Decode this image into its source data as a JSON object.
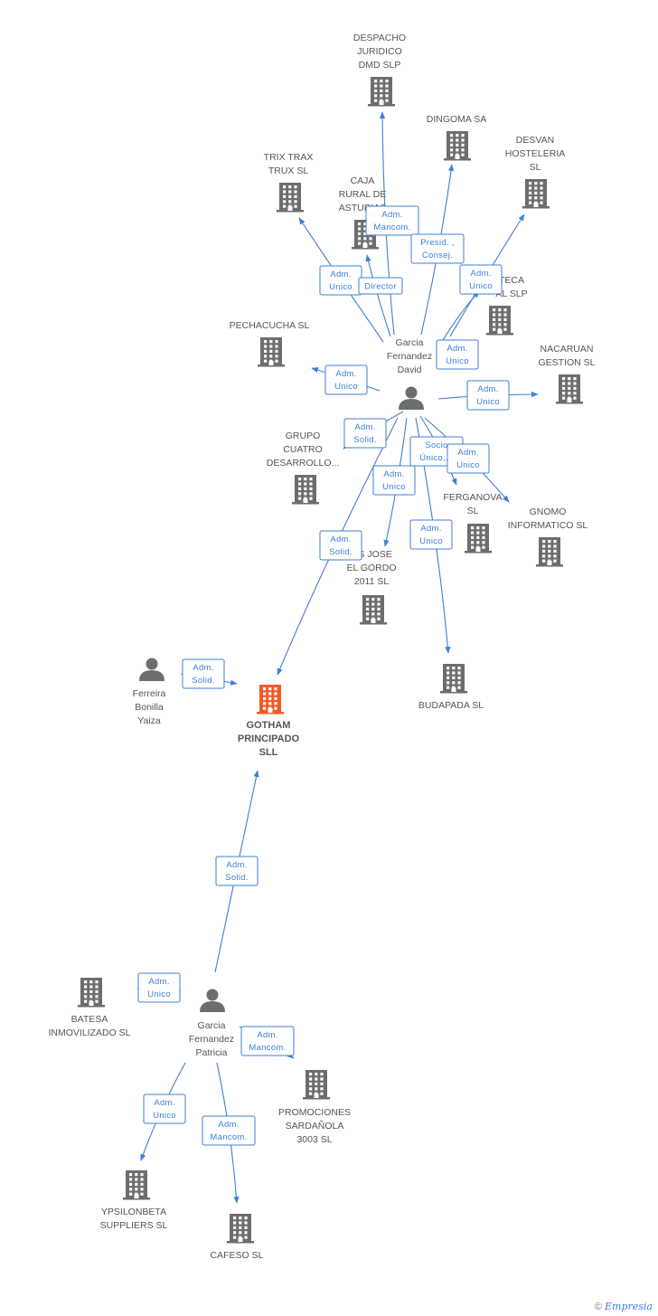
{
  "colors": {
    "edge": "#3f7fd4",
    "building": "#6d6d6d",
    "main_building": "#f05a28",
    "person": "#6d6d6d",
    "text": "#555555"
  },
  "nodes": [
    {
      "id": "despacho",
      "kind": "company",
      "lines": [
        "DESPACHO",
        "JURIDICO",
        "DMD SLP"
      ]
    },
    {
      "id": "dingoma",
      "kind": "company",
      "lines": [
        "DINGOMA SA"
      ]
    },
    {
      "id": "desvan",
      "kind": "company",
      "lines": [
        "DESVAN",
        "HOSTELERIA",
        "SL"
      ]
    },
    {
      "id": "trix",
      "kind": "company",
      "lines": [
        "TRIX TRAX",
        "TRUX  SL"
      ]
    },
    {
      "id": "caja",
      "kind": "company",
      "lines": [
        "CAJA",
        "RURAL DE",
        "ASTURIAS"
      ]
    },
    {
      "id": "teca",
      "kind": "company",
      "lines": [
        "TECA",
        "AL SLP"
      ]
    },
    {
      "id": "pechacucha",
      "kind": "company",
      "lines": [
        "PECHACUCHA SL"
      ]
    },
    {
      "id": "nacaruan",
      "kind": "company",
      "lines": [
        "NACARUAN",
        "GESTION SL"
      ]
    },
    {
      "id": "grupo",
      "kind": "company",
      "lines": [
        "GRUPO",
        "CUATRO",
        "DESARROLLO..."
      ]
    },
    {
      "id": "ferganova",
      "kind": "company",
      "lines": [
        "FERGANOVA",
        "SL"
      ]
    },
    {
      "id": "gnomo",
      "kind": "company",
      "lines": [
        "GNOMO",
        "INFORMATICO SL"
      ]
    },
    {
      "id": "josegordo",
      "kind": "company",
      "lines": [
        "OS JOSE",
        "EL GORDO",
        "2011 SL"
      ]
    },
    {
      "id": "budapada",
      "kind": "company",
      "lines": [
        "BUDAPADA SL"
      ]
    },
    {
      "id": "gotham",
      "kind": "main",
      "lines": [
        "GOTHAM",
        "PRINCIPADO",
        "SLL"
      ]
    },
    {
      "id": "batesa",
      "kind": "company",
      "lines": [
        "BATESA",
        "INMOVILIZADO SL"
      ]
    },
    {
      "id": "promociones",
      "kind": "company",
      "lines": [
        "PROMOCIONES",
        "SARDAÑOLA",
        "3003 SL"
      ]
    },
    {
      "id": "ypsilon",
      "kind": "company",
      "lines": [
        "YPSILONBETA",
        "SUPPLIERS SL"
      ]
    },
    {
      "id": "cafeso",
      "kind": "company",
      "lines": [
        "CAFESO SL"
      ]
    },
    {
      "id": "garcia_david",
      "kind": "person",
      "lines": [
        "Garcia",
        "Fernandez",
        "David"
      ]
    },
    {
      "id": "ferreira",
      "kind": "person",
      "lines": [
        "Ferreira",
        "Bonilla",
        "Yaiza"
      ]
    },
    {
      "id": "garcia_patricia",
      "kind": "person",
      "lines": [
        "Garcia",
        "Fernandez",
        "Patricia"
      ]
    }
  ],
  "edges": [
    {
      "from": "garcia_david",
      "to": "despacho",
      "role": [
        "Adm.",
        "Mancom."
      ]
    },
    {
      "from": "garcia_david",
      "to": "dingoma",
      "role": [
        "Presid. ,",
        "Consej."
      ]
    },
    {
      "from": "garcia_david",
      "to": "desvan",
      "role": [
        "Adm.",
        "Unico"
      ]
    },
    {
      "from": "garcia_david",
      "to": "trix",
      "role": [
        "Adm.",
        "Unico"
      ]
    },
    {
      "from": "garcia_david",
      "to": "caja",
      "role": [
        "Director"
      ]
    },
    {
      "from": "garcia_david",
      "to": "teca",
      "role": [
        "Adm.",
        "Unico"
      ]
    },
    {
      "from": "garcia_david",
      "to": "pechacucha",
      "role": [
        "Adm.",
        "Unico"
      ]
    },
    {
      "from": "garcia_david",
      "to": "nacaruan",
      "role": [
        "Adm.",
        "Unico"
      ]
    },
    {
      "from": "garcia_david",
      "to": "grupo",
      "role": [
        "Adm.",
        "Solid."
      ]
    },
    {
      "from": "garcia_david",
      "to": "ferganova",
      "role": [
        "Socio",
        "Único,..."
      ]
    },
    {
      "from": "garcia_david",
      "to": "gnomo",
      "role": [
        "Adm.",
        "Unico"
      ]
    },
    {
      "from": "garcia_david",
      "to": "josegordo",
      "role": [
        "Adm.",
        "Unico"
      ]
    },
    {
      "from": "garcia_david",
      "to": "budapada",
      "role": [
        "Adm.",
        "Unico"
      ]
    },
    {
      "from": "garcia_david",
      "to": "gotham",
      "role": [
        "Adm.",
        "Solid."
      ]
    },
    {
      "from": "ferreira",
      "to": "gotham",
      "role": [
        "Adm.",
        "Solid."
      ]
    },
    {
      "from": "garcia_patricia",
      "to": "gotham",
      "role": [
        "Adm.",
        "Solid."
      ]
    },
    {
      "from": "garcia_patricia",
      "to": "batesa",
      "role": [
        "Adm.",
        "Unico"
      ]
    },
    {
      "from": "garcia_patricia",
      "to": "promociones",
      "role": [
        "Adm.",
        "Mancom."
      ]
    },
    {
      "from": "garcia_patricia",
      "to": "ypsilon",
      "role": [
        "Adm.",
        "Unico"
      ]
    },
    {
      "from": "garcia_patricia",
      "to": "cafeso",
      "role": [
        "Adm.",
        "Mancom."
      ]
    }
  ],
  "footer": {
    "copyright": "©",
    "brand": "Empresia"
  }
}
